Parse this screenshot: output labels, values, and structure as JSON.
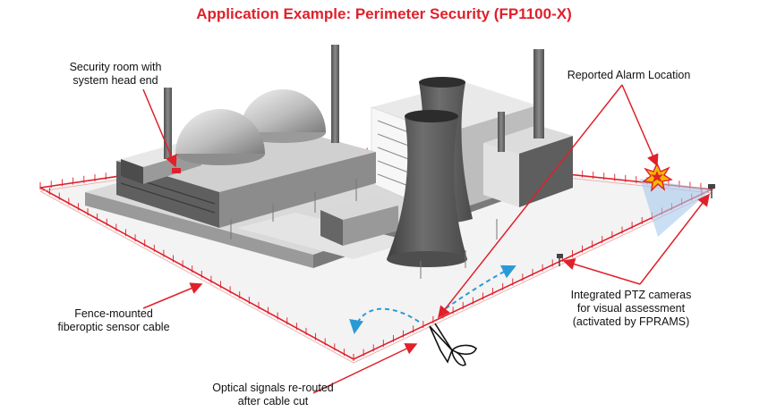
{
  "title": "Application Example: Perimeter Security (FP1100-X)",
  "colors": {
    "title": "#e0202a",
    "fence_cable": "#e0202a",
    "callout_line": "#e0202a",
    "reroute_arrow": "#2a9ad6",
    "camera_beam": "#a9c9ec",
    "alarm_burst": "#f5b800",
    "building_dark": "#585858",
    "building_light": "#cfcfcf",
    "ground": "#f2f2f2"
  },
  "labels": {
    "security_room": [
      "Security room with",
      "system head end"
    ],
    "reported_alarm": "Reported Alarm Location",
    "fence_cable": [
      "Fence-mounted",
      "fiberoptic sensor cable"
    ],
    "ptz_cameras": [
      "Integrated PTZ cameras",
      "for visual assessment",
      "(activated by FPRAMS)"
    ],
    "optical_signals": [
      "Optical signals re-routed",
      "after cable cut"
    ]
  },
  "icons": {
    "alarm": "explosion-burst-icon",
    "cut": "wire-cutter-icon",
    "camera": "ptz-camera-icon"
  }
}
